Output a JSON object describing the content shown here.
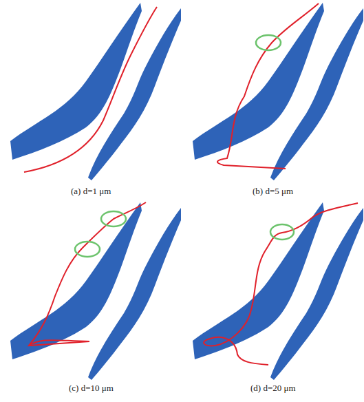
{
  "diagram": {
    "labels": [
      "(a) d=1 μm",
      "(b) d=5 μm",
      "(c) d=10 μm",
      "(d) d=20 μm"
    ]
  }
}
